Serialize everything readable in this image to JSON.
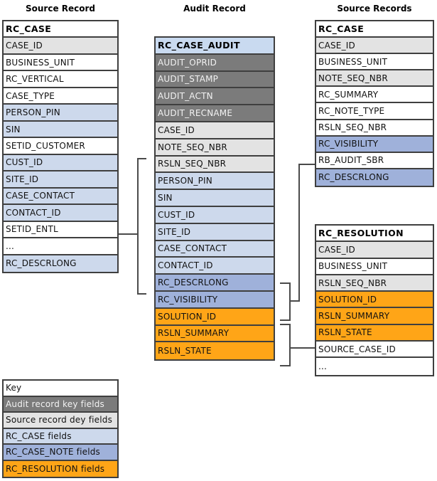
{
  "titles": {
    "left": "Source Record",
    "middle": "Audit Record",
    "right": "Source Records"
  },
  "colors": {
    "header": {
      "bg": "#ffffff",
      "fg": "#000000"
    },
    "header_blue": {
      "bg": "#c9daf0",
      "fg": "#000000"
    },
    "audit": {
      "bg": "#7b7b7b",
      "fg": "#f2f2f2"
    },
    "key": {
      "bg": "#e3e3e3",
      "fg": "#111111"
    },
    "plain": {
      "bg": "#ffffff",
      "fg": "#111111"
    },
    "case": {
      "bg": "#cdd9ec",
      "fg": "#111111"
    },
    "note": {
      "bg": "#9fb1da",
      "fg": "#111111"
    },
    "resolution": {
      "bg": "#ffa517",
      "fg": "#111111"
    }
  },
  "tables": {
    "source_record": {
      "rows": [
        {
          "label": "RC_CASE",
          "style": "header"
        },
        {
          "label": "CASE_ID",
          "style": "key"
        },
        {
          "label": "BUSINESS_UNIT",
          "style": "plain"
        },
        {
          "label": "RC_VERTICAL",
          "style": "plain"
        },
        {
          "label": "CASE_TYPE",
          "style": "plain"
        },
        {
          "label": "PERSON_PIN",
          "style": "case"
        },
        {
          "label": "SIN",
          "style": "case"
        },
        {
          "label": "SETID_CUSTOMER",
          "style": "plain"
        },
        {
          "label": "CUST_ID",
          "style": "case"
        },
        {
          "label": "SITE_ID",
          "style": "case"
        },
        {
          "label": "CASE_CONTACT",
          "style": "case"
        },
        {
          "label": "CONTACT_ID",
          "style": "case"
        },
        {
          "label": "SETID_ENTL",
          "style": "plain"
        },
        {
          "label": "...",
          "style": "plain"
        },
        {
          "label": "RC_DESCRLONG",
          "style": "case"
        }
      ]
    },
    "audit_record": {
      "rows": [
        {
          "label": "RC_CASE_AUDIT",
          "style": "header_blue"
        },
        {
          "label": "AUDIT_OPRID",
          "style": "audit"
        },
        {
          "label": "AUDIT_STAMP",
          "style": "audit"
        },
        {
          "label": "AUDIT_ACTN",
          "style": "audit"
        },
        {
          "label": "AUDIT_RECNAME",
          "style": "audit"
        },
        {
          "label": "CASE_ID",
          "style": "key"
        },
        {
          "label": "NOTE_SEQ_NBR",
          "style": "key"
        },
        {
          "label": "RSLN_SEQ_NBR",
          "style": "key"
        },
        {
          "label": "PERSON_PIN",
          "style": "case"
        },
        {
          "label": "SIN",
          "style": "case"
        },
        {
          "label": "CUST_ID",
          "style": "case"
        },
        {
          "label": "SITE_ID",
          "style": "case"
        },
        {
          "label": "CASE_CONTACT",
          "style": "case"
        },
        {
          "label": "CONTACT_ID",
          "style": "case"
        },
        {
          "label": "RC_DESCRLONG",
          "style": "note"
        },
        {
          "label": "RC_VISIBILITY",
          "style": "note"
        },
        {
          "label": "SOLUTION_ID",
          "style": "resolution"
        },
        {
          "label": "RSLN_SUMMARY",
          "style": "resolution"
        },
        {
          "label": "RSLN_STATE",
          "style": "resolution"
        }
      ]
    },
    "source_records_case": {
      "rows": [
        {
          "label": "RC_CASE",
          "style": "header"
        },
        {
          "label": "CASE_ID",
          "style": "key"
        },
        {
          "label": "BUSINESS_UNIT",
          "style": "plain"
        },
        {
          "label": "NOTE_SEQ_NBR",
          "style": "key"
        },
        {
          "label": "RC_SUMMARY",
          "style": "plain"
        },
        {
          "label": "RC_NOTE_TYPE",
          "style": "plain"
        },
        {
          "label": "RSLN_SEQ_NBR",
          "style": "plain"
        },
        {
          "label": "RC_VISIBILITY",
          "style": "note"
        },
        {
          "label": "RB_AUDIT_SBR",
          "style": "plain"
        },
        {
          "label": "RC_DESCRLONG",
          "style": "note"
        }
      ]
    },
    "source_records_resolution": {
      "rows": [
        {
          "label": "RC_RESOLUTION",
          "style": "header"
        },
        {
          "label": "CASE_ID",
          "style": "key"
        },
        {
          "label": "BUSINESS_UNIT",
          "style": "plain"
        },
        {
          "label": "RSLN_SEQ_NBR",
          "style": "key"
        },
        {
          "label": "SOLUTION_ID",
          "style": "resolution"
        },
        {
          "label": "RSLN_SUMMARY",
          "style": "resolution"
        },
        {
          "label": "RSLN_STATE",
          "style": "resolution"
        },
        {
          "label": "SOURCE_CASE_ID",
          "style": "plain"
        },
        {
          "label": "...",
          "style": "plain"
        }
      ]
    },
    "key_legend": {
      "rows": [
        {
          "label": "Key",
          "style": "plain"
        },
        {
          "label": "Audit record key fields",
          "style": "audit"
        },
        {
          "label": "Source record dey fields",
          "style": "key"
        },
        {
          "label": "RC_CASE fields",
          "style": "case"
        },
        {
          "label": "RC_CASE_NOTE fields",
          "style": "note"
        },
        {
          "label": "RC_RESOLUTION fields",
          "style": "resolution"
        }
      ]
    }
  }
}
